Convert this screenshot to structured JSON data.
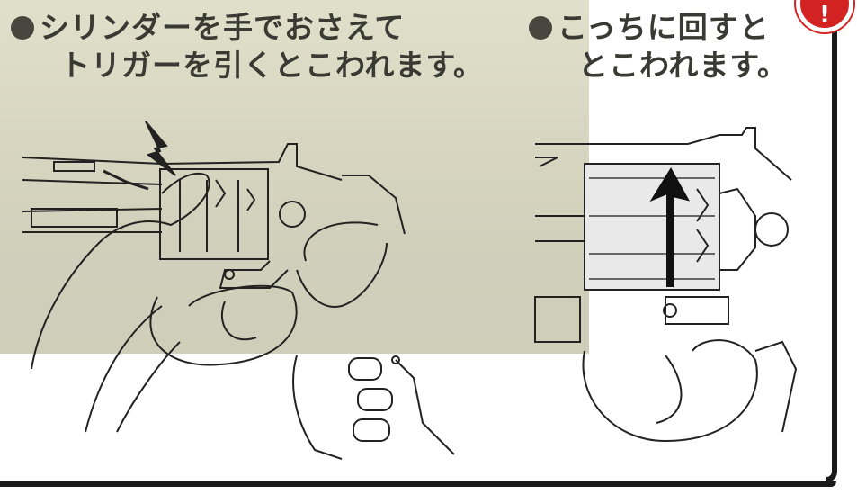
{
  "captions": {
    "left": {
      "line1": "シリンダーを手でおさえて",
      "line2": "トリガーを引くとこわれます。"
    },
    "right": {
      "line1": "こっちに回すと",
      "line2": "とこわれます。"
    }
  },
  "badge": {
    "text": "!"
  },
  "colors": {
    "caption_text": "#3a3a34",
    "badge": "#d22222",
    "overlay": "#efeed4",
    "arrow": "#111111"
  },
  "icons": {
    "bullet": "filled-circle",
    "rotate_arrow": "up-arrow",
    "spark": "lightning-bolt"
  }
}
